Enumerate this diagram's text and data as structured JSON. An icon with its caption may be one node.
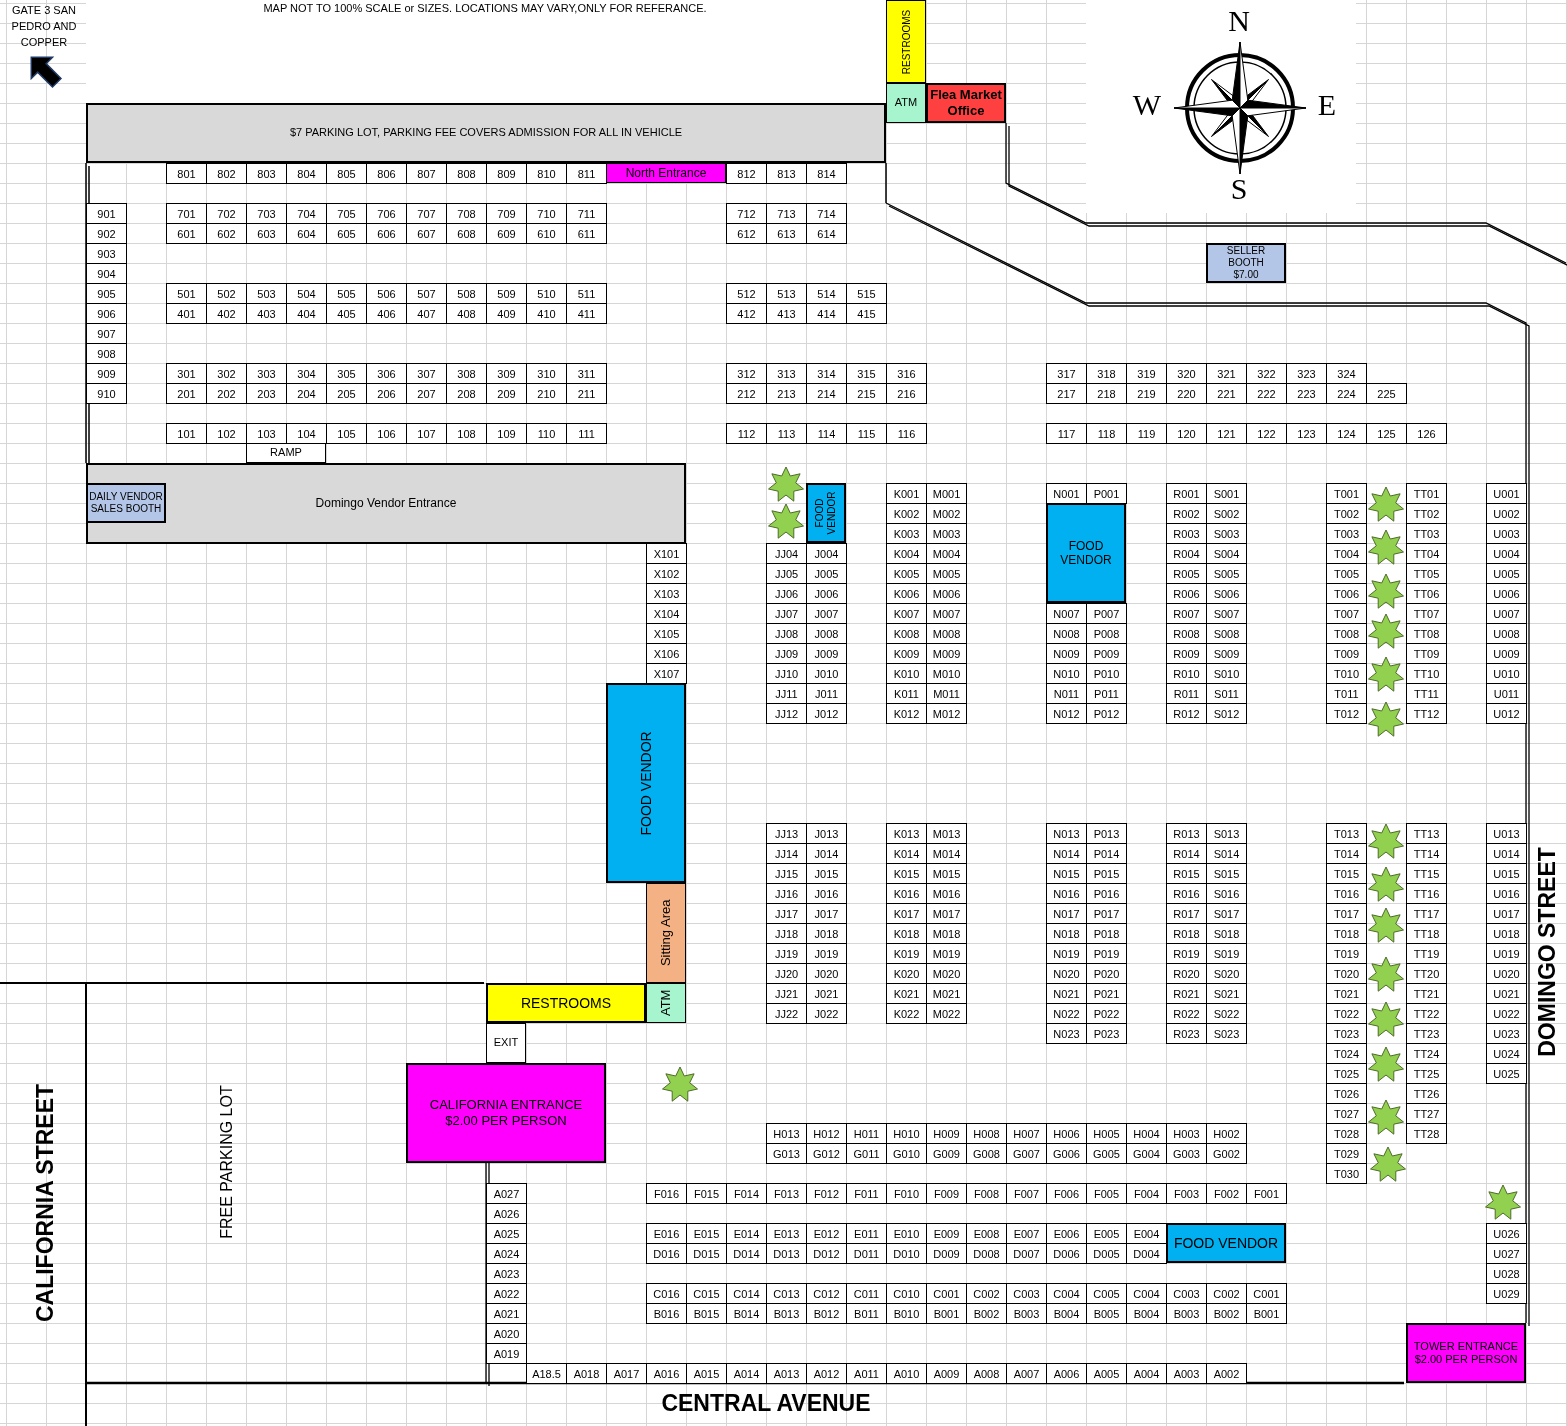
{
  "diagram": {
    "nodes": [
      {
        "text": [
          "RESTROOMS"
        ]
      },
      {
        "text": [
          "ATM"
        ]
      },
      {
        "text": [
          "Flea Market Office"
        ]
      },
      {
        "text": [
          "$7 PARKING LOT, PARKING FEE COVERS ADMISSION FOR ALL IN VEHICLE"
        ]
      },
      {
        "text": [
          "North Entrance"
        ]
      },
      {
        "text": [
          "SELLER BOOTH",
          "$7.00"
        ]
      },
      {
        "text": [
          "RAMP"
        ]
      },
      {
        "text": [
          "Domingo Vendor Entrance"
        ]
      },
      {
        "text": [
          "DAILY VENDOR SALES BOOTH"
        ],
        "in": 7
      },
      {
        "text": [
          "FOOD VENDOR"
        ]
      },
      {
        "text": [
          "FOOD VENDOR"
        ]
      },
      {
        "text": [
          "FOOD VENDOR"
        ]
      },
      {
        "text": [
          "Sitting Area"
        ]
      },
      {
        "text": [
          "RESTROOMS"
        ]
      },
      {
        "text": [
          "ATM"
        ]
      },
      {
        "text": [
          "EXIT"
        ]
      },
      {
        "text": [
          "CALIFORNIA ENTRANCE",
          "$2.00 PER PERSON"
        ]
      },
      {
        "text": [
          "FOOD VENDOR"
        ]
      },
      {
        "text": [
          "TOWER ENTRANCE",
          "$2.00 PER PERSON"
        ]
      },
      {
        "text": [
          "801"
        ]
      },
      {
        "text": [
          "802"
        ]
      },
      {
        "text": [
          "803"
        ]
      },
      {
        "text": [
          "804"
        ]
      },
      {
        "text": [
          "805"
        ]
      },
      {
        "text": [
          "806"
        ]
      },
      {
        "text": [
          "807"
        ]
      },
      {
        "text": [
          "808"
        ]
      },
      {
        "text": [
          "809"
        ]
      },
      {
        "text": [
          "810"
        ]
      },
      {
        "text": [
          "811"
        ]
      },
      {
        "text": [
          "812"
        ]
      },
      {
        "text": [
          "813"
        ]
      },
      {
        "text": [
          "814"
        ]
      },
      {
        "text": [
          "901"
        ]
      },
      {
        "text": [
          "902"
        ]
      },
      {
        "text": [
          "903"
        ]
      },
      {
        "text": [
          "904"
        ]
      },
      {
        "text": [
          "905"
        ]
      },
      {
        "text": [
          "906"
        ]
      },
      {
        "text": [
          "907"
        ]
      },
      {
        "text": [
          "908"
        ]
      },
      {
        "text": [
          "909"
        ]
      },
      {
        "text": [
          "910"
        ]
      },
      {
        "text": [
          "701"
        ]
      },
      {
        "text": [
          "702"
        ]
      },
      {
        "text": [
          "703"
        ]
      },
      {
        "text": [
          "704"
        ]
      },
      {
        "text": [
          "705"
        ]
      },
      {
        "text": [
          "706"
        ]
      },
      {
        "text": [
          "707"
        ]
      },
      {
        "text": [
          "708"
        ]
      },
      {
        "text": [
          "709"
        ]
      },
      {
        "text": [
          "710"
        ]
      },
      {
        "text": [
          "711"
        ]
      },
      {
        "text": [
          "712"
        ]
      },
      {
        "text": [
          "713"
        ]
      },
      {
        "text": [
          "714"
        ]
      },
      {
        "text": [
          "601"
        ]
      },
      {
        "text": [
          "602"
        ]
      },
      {
        "text": [
          "603"
        ]
      },
      {
        "text": [
          "604"
        ]
      },
      {
        "text": [
          "605"
        ]
      },
      {
        "text": [
          "606"
        ]
      },
      {
        "text": [
          "607"
        ]
      },
      {
        "text": [
          "608"
        ]
      },
      {
        "text": [
          "609"
        ]
      },
      {
        "text": [
          "610"
        ]
      },
      {
        "text": [
          "611"
        ]
      },
      {
        "text": [
          "612"
        ]
      },
      {
        "text": [
          "613"
        ]
      },
      {
        "text": [
          "614"
        ]
      },
      {
        "text": [
          "501"
        ]
      },
      {
        "text": [
          "502"
        ]
      },
      {
        "text": [
          "503"
        ]
      },
      {
        "text": [
          "504"
        ]
      },
      {
        "text": [
          "505"
        ]
      },
      {
        "text": [
          "506"
        ]
      },
      {
        "text": [
          "507"
        ]
      },
      {
        "text": [
          "508"
        ]
      },
      {
        "text": [
          "509"
        ]
      },
      {
        "text": [
          "510"
        ]
      },
      {
        "text": [
          "511"
        ]
      },
      {
        "text": [
          "512"
        ]
      },
      {
        "text": [
          "513"
        ]
      },
      {
        "text": [
          "514"
        ]
      },
      {
        "text": [
          "515"
        ]
      },
      {
        "text": [
          "401"
        ]
      },
      {
        "text": [
          "402"
        ]
      },
      {
        "text": [
          "403"
        ]
      },
      {
        "text": [
          "404"
        ]
      },
      {
        "text": [
          "405"
        ]
      },
      {
        "text": [
          "406"
        ]
      },
      {
        "text": [
          "407"
        ]
      },
      {
        "text": [
          "408"
        ]
      },
      {
        "text": [
          "409"
        ]
      },
      {
        "text": [
          "410"
        ]
      },
      {
        "text": [
          "411"
        ]
      },
      {
        "text": [
          "412"
        ]
      },
      {
        "text": [
          "413"
        ]
      },
      {
        "text": [
          "414"
        ]
      },
      {
        "text": [
          "415"
        ]
      },
      {
        "text": [
          "301"
        ]
      },
      {
        "text": [
          "302"
        ]
      },
      {
        "text": [
          "303"
        ]
      },
      {
        "text": [
          "304"
        ]
      },
      {
        "text": [
          "305"
        ]
      },
      {
        "text": [
          "306"
        ]
      },
      {
        "text": [
          "307"
        ]
      },
      {
        "text": [
          "308"
        ]
      },
      {
        "text": [
          "309"
        ]
      },
      {
        "text": [
          "310"
        ]
      },
      {
        "text": [
          "311"
        ]
      },
      {
        "text": [
          "312"
        ]
      },
      {
        "text": [
          "313"
        ]
      },
      {
        "text": [
          "314"
        ]
      },
      {
        "text": [
          "315"
        ]
      },
      {
        "text": [
          "316"
        ]
      },
      {
        "text": [
          "317"
        ]
      },
      {
        "text": [
          "318"
        ]
      },
      {
        "text": [
          "319"
        ]
      },
      {
        "text": [
          "320"
        ]
      },
      {
        "text": [
          "321"
        ]
      },
      {
        "text": [
          "322"
        ]
      },
      {
        "text": [
          "323"
        ]
      },
      {
        "text": [
          "324"
        ]
      },
      {
        "text": [
          "201"
        ]
      },
      {
        "text": [
          "202"
        ]
      },
      {
        "text": [
          "203"
        ]
      },
      {
        "text": [
          "204"
        ]
      },
      {
        "text": [
          "205"
        ]
      },
      {
        "text": [
          "206"
        ]
      },
      {
        "text": [
          "207"
        ]
      },
      {
        "text": [
          "208"
        ]
      },
      {
        "text": [
          "209"
        ]
      },
      {
        "text": [
          "210"
        ]
      },
      {
        "text": [
          "211"
        ]
      },
      {
        "text": [
          "212"
        ]
      },
      {
        "text": [
          "213"
        ]
      },
      {
        "text": [
          "214"
        ]
      },
      {
        "text": [
          "215"
        ]
      },
      {
        "text": [
          "216"
        ]
      },
      {
        "text": [
          "217"
        ]
      },
      {
        "text": [
          "218"
        ]
      },
      {
        "text": [
          "219"
        ]
      },
      {
        "text": [
          "220"
        ]
      },
      {
        "text": [
          "221"
        ]
      },
      {
        "text": [
          "222"
        ]
      },
      {
        "text": [
          "223"
        ]
      },
      {
        "text": [
          "224"
        ]
      },
      {
        "text": [
          "225"
        ]
      },
      {
        "text": [
          "101"
        ]
      },
      {
        "text": [
          "102"
        ]
      },
      {
        "text": [
          "103"
        ]
      },
      {
        "text": [
          "104"
        ]
      },
      {
        "text": [
          "105"
        ]
      },
      {
        "text": [
          "106"
        ]
      },
      {
        "text": [
          "107"
        ]
      },
      {
        "text": [
          "108"
        ]
      },
      {
        "text": [
          "109"
        ]
      },
      {
        "text": [
          "110"
        ]
      },
      {
        "text": [
          "111"
        ]
      },
      {
        "text": [
          "112"
        ]
      },
      {
        "text": [
          "113"
        ]
      },
      {
        "text": [
          "114"
        ]
      },
      {
        "text": [
          "115"
        ]
      },
      {
        "text": [
          "116"
        ]
      },
      {
        "text": [
          "117"
        ]
      },
      {
        "text": [
          "118"
        ]
      },
      {
        "text": [
          "119"
        ]
      },
      {
        "text": [
          "120"
        ]
      },
      {
        "text": [
          "121"
        ]
      },
      {
        "text": [
          "122"
        ]
      },
      {
        "text": [
          "123"
        ]
      },
      {
        "text": [
          "124"
        ]
      },
      {
        "text": [
          "125"
        ]
      },
      {
        "text": [
          "126"
        ]
      },
      {
        "text": [
          "X101"
        ]
      },
      {
        "text": [
          "X102"
        ]
      },
      {
        "text": [
          "X103"
        ]
      },
      {
        "text": [
          "X104"
        ]
      },
      {
        "text": [
          "X105"
        ]
      },
      {
        "text": [
          "X106"
        ]
      },
      {
        "text": [
          "X107"
        ]
      },
      {
        "text": [
          "JJ04"
        ]
      },
      {
        "text": [
          "JJ05"
        ]
      },
      {
        "text": [
          "JJ06"
        ]
      },
      {
        "text": [
          "JJ07"
        ]
      },
      {
        "text": [
          "JJ08"
        ]
      },
      {
        "text": [
          "JJ09"
        ]
      },
      {
        "text": [
          "JJ10"
        ]
      },
      {
        "text": [
          "JJ11"
        ]
      },
      {
        "text": [
          "JJ12"
        ]
      },
      {
        "text": [
          "J004"
        ]
      },
      {
        "text": [
          "J005"
        ]
      },
      {
        "text": [
          "J006"
        ]
      },
      {
        "text": [
          "J007"
        ]
      },
      {
        "text": [
          "J008"
        ]
      },
      {
        "text": [
          "J009"
        ]
      },
      {
        "text": [
          "J010"
        ]
      },
      {
        "text": [
          "J011"
        ]
      },
      {
        "text": [
          "J012"
        ]
      },
      {
        "text": [
          "K001"
        ]
      },
      {
        "text": [
          "K002"
        ]
      },
      {
        "text": [
          "K003"
        ]
      },
      {
        "text": [
          "K004"
        ]
      },
      {
        "text": [
          "K005"
        ]
      },
      {
        "text": [
          "K006"
        ]
      },
      {
        "text": [
          "K007"
        ]
      },
      {
        "text": [
          "K008"
        ]
      },
      {
        "text": [
          "K009"
        ]
      },
      {
        "text": [
          "K010"
        ]
      },
      {
        "text": [
          "K011"
        ]
      },
      {
        "text": [
          "K012"
        ]
      },
      {
        "text": [
          "M001"
        ]
      },
      {
        "text": [
          "M002"
        ]
      },
      {
        "text": [
          "M003"
        ]
      },
      {
        "text": [
          "M004"
        ]
      },
      {
        "text": [
          "M005"
        ]
      },
      {
        "text": [
          "M006"
        ]
      },
      {
        "text": [
          "M007"
        ]
      },
      {
        "text": [
          "M008"
        ]
      },
      {
        "text": [
          "M009"
        ]
      },
      {
        "text": [
          "M010"
        ]
      },
      {
        "text": [
          "M011"
        ]
      },
      {
        "text": [
          "M012"
        ]
      },
      {
        "text": [
          "N001"
        ]
      },
      {
        "text": [
          "P001"
        ]
      },
      {
        "text": [
          "N007"
        ]
      },
      {
        "text": [
          "N008"
        ]
      },
      {
        "text": [
          "N009"
        ]
      },
      {
        "text": [
          "N010"
        ]
      },
      {
        "text": [
          "N011"
        ]
      },
      {
        "text": [
          "N012"
        ]
      },
      {
        "text": [
          "P007"
        ]
      },
      {
        "text": [
          "P008"
        ]
      },
      {
        "text": [
          "P009"
        ]
      },
      {
        "text": [
          "P010"
        ]
      },
      {
        "text": [
          "P011"
        ]
      },
      {
        "text": [
          "P012"
        ]
      },
      {
        "text": [
          "R001"
        ]
      },
      {
        "text": [
          "R002"
        ]
      },
      {
        "text": [
          "R003"
        ]
      },
      {
        "text": [
          "R004"
        ]
      },
      {
        "text": [
          "R005"
        ]
      },
      {
        "text": [
          "R006"
        ]
      },
      {
        "text": [
          "R007"
        ]
      },
      {
        "text": [
          "R008"
        ]
      },
      {
        "text": [
          "R009"
        ]
      },
      {
        "text": [
          "R010"
        ]
      },
      {
        "text": [
          "R011"
        ]
      },
      {
        "text": [
          "R012"
        ]
      },
      {
        "text": [
          "S001"
        ]
      },
      {
        "text": [
          "S002"
        ]
      },
      {
        "text": [
          "S003"
        ]
      },
      {
        "text": [
          "S004"
        ]
      },
      {
        "text": [
          "S005"
        ]
      },
      {
        "text": [
          "S006"
        ]
      },
      {
        "text": [
          "S007"
        ]
      },
      {
        "text": [
          "S008"
        ]
      },
      {
        "text": [
          "S009"
        ]
      },
      {
        "text": [
          "S010"
        ]
      },
      {
        "text": [
          "S011"
        ]
      },
      {
        "text": [
          "S012"
        ]
      },
      {
        "text": [
          "T001"
        ]
      },
      {
        "text": [
          "T002"
        ]
      },
      {
        "text": [
          "T003"
        ]
      },
      {
        "text": [
          "T004"
        ]
      },
      {
        "text": [
          "T005"
        ]
      },
      {
        "text": [
          "T006"
        ]
      },
      {
        "text": [
          "T007"
        ]
      },
      {
        "text": [
          "T008"
        ]
      },
      {
        "text": [
          "T009"
        ]
      },
      {
        "text": [
          "T010"
        ]
      },
      {
        "text": [
          "T011"
        ]
      },
      {
        "text": [
          "T012"
        ]
      },
      {
        "text": [
          "TT01"
        ]
      },
      {
        "text": [
          "TT02"
        ]
      },
      {
        "text": [
          "TT03"
        ]
      },
      {
        "text": [
          "TT04"
        ]
      },
      {
        "text": [
          "TT05"
        ]
      },
      {
        "text": [
          "TT06"
        ]
      },
      {
        "text": [
          "TT07"
        ]
      },
      {
        "text": [
          "TT08"
        ]
      },
      {
        "text": [
          "TT09"
        ]
      },
      {
        "text": [
          "TT10"
        ]
      },
      {
        "text": [
          "TT11"
        ]
      },
      {
        "text": [
          "TT12"
        ]
      },
      {
        "text": [
          "U001"
        ]
      },
      {
        "text": [
          "U002"
        ]
      },
      {
        "text": [
          "U003"
        ]
      },
      {
        "text": [
          "U004"
        ]
      },
      {
        "text": [
          "U005"
        ]
      },
      {
        "text": [
          "U006"
        ]
      },
      {
        "text": [
          "U007"
        ]
      },
      {
        "text": [
          "U008"
        ]
      },
      {
        "text": [
          "U009"
        ]
      },
      {
        "text": [
          "U010"
        ]
      },
      {
        "text": [
          "U011"
        ]
      },
      {
        "text": [
          "U012"
        ]
      },
      {
        "text": [
          "JJ13"
        ]
      },
      {
        "text": [
          "JJ14"
        ]
      },
      {
        "text": [
          "JJ15"
        ]
      },
      {
        "text": [
          "JJ16"
        ]
      },
      {
        "text": [
          "JJ17"
        ]
      },
      {
        "text": [
          "JJ18"
        ]
      },
      {
        "text": [
          "JJ19"
        ]
      },
      {
        "text": [
          "JJ20"
        ]
      },
      {
        "text": [
          "JJ21"
        ]
      },
      {
        "text": [
          "JJ22"
        ]
      },
      {
        "text": [
          "J013"
        ]
      },
      {
        "text": [
          "J014"
        ]
      },
      {
        "text": [
          "J015"
        ]
      },
      {
        "text": [
          "J016"
        ]
      },
      {
        "text": [
          "J017"
        ]
      },
      {
        "text": [
          "J018"
        ]
      },
      {
        "text": [
          "J019"
        ]
      },
      {
        "text": [
          "J020"
        ]
      },
      {
        "text": [
          "J021"
        ]
      },
      {
        "text": [
          "J022"
        ]
      },
      {
        "text": [
          "K013"
        ]
      },
      {
        "text": [
          "K014"
        ]
      },
      {
        "text": [
          "K015"
        ]
      },
      {
        "text": [
          "K016"
        ]
      },
      {
        "text": [
          "K017"
        ]
      },
      {
        "text": [
          "K018"
        ]
      },
      {
        "text": [
          "K019"
        ]
      },
      {
        "text": [
          "K020"
        ]
      },
      {
        "text": [
          "K021"
        ]
      },
      {
        "text": [
          "K022"
        ]
      },
      {
        "text": [
          "M013"
        ]
      },
      {
        "text": [
          "M014"
        ]
      },
      {
        "text": [
          "M015"
        ]
      },
      {
        "text": [
          "M016"
        ]
      },
      {
        "text": [
          "M017"
        ]
      },
      {
        "text": [
          "M018"
        ]
      },
      {
        "text": [
          "M019"
        ]
      },
      {
        "text": [
          "M020"
        ]
      },
      {
        "text": [
          "M021"
        ]
      },
      {
        "text": [
          "M022"
        ]
      },
      {
        "text": [
          "N013"
        ]
      },
      {
        "text": [
          "N014"
        ]
      },
      {
        "text": [
          "N015"
        ]
      },
      {
        "text": [
          "N016"
        ]
      },
      {
        "text": [
          "N017"
        ]
      },
      {
        "text": [
          "N018"
        ]
      },
      {
        "text": [
          "N019"
        ]
      },
      {
        "text": [
          "N020"
        ]
      },
      {
        "text": [
          "N021"
        ]
      },
      {
        "text": [
          "N022"
        ]
      },
      {
        "text": [
          "N023"
        ]
      },
      {
        "text": [
          "P013"
        ]
      },
      {
        "text": [
          "P014"
        ]
      },
      {
        "text": [
          "P015"
        ]
      },
      {
        "text": [
          "P016"
        ]
      },
      {
        "text": [
          "P017"
        ]
      },
      {
        "text": [
          "P018"
        ]
      },
      {
        "text": [
          "P019"
        ]
      },
      {
        "text": [
          "P020"
        ]
      },
      {
        "text": [
          "P021"
        ]
      },
      {
        "text": [
          "P022"
        ]
      },
      {
        "text": [
          "P023"
        ]
      },
      {
        "text": [
          "R013"
        ]
      },
      {
        "text": [
          "R014"
        ]
      },
      {
        "text": [
          "R015"
        ]
      },
      {
        "text": [
          "R016"
        ]
      },
      {
        "text": [
          "R017"
        ]
      },
      {
        "text": [
          "R018"
        ]
      },
      {
        "text": [
          "R019"
        ]
      },
      {
        "text": [
          "R020"
        ]
      },
      {
        "text": [
          "R021"
        ]
      },
      {
        "text": [
          "R022"
        ]
      },
      {
        "text": [
          "R023"
        ]
      },
      {
        "text": [
          "S013"
        ]
      },
      {
        "text": [
          "S014"
        ]
      },
      {
        "text": [
          "S015"
        ]
      },
      {
        "text": [
          "S016"
        ]
      },
      {
        "text": [
          "S017"
        ]
      },
      {
        "text": [
          "S018"
        ]
      },
      {
        "text": [
          "S019"
        ]
      },
      {
        "text": [
          "S020"
        ]
      },
      {
        "text": [
          "S021"
        ]
      },
      {
        "text": [
          "S022"
        ]
      },
      {
        "text": [
          "S023"
        ]
      },
      {
        "text": [
          "T013"
        ]
      },
      {
        "text": [
          "T014"
        ]
      },
      {
        "text": [
          "T015"
        ]
      },
      {
        "text": [
          "T016"
        ]
      },
      {
        "text": [
          "T017"
        ]
      },
      {
        "text": [
          "T018"
        ]
      },
      {
        "text": [
          "T019"
        ]
      },
      {
        "text": [
          "T020"
        ]
      },
      {
        "text": [
          "T021"
        ]
      },
      {
        "text": [
          "T022"
        ]
      },
      {
        "text": [
          "T023"
        ]
      },
      {
        "text": [
          "T024"
        ]
      },
      {
        "text": [
          "T025"
        ]
      },
      {
        "text": [
          "T026"
        ]
      },
      {
        "text": [
          "T027"
        ]
      },
      {
        "text": [
          "T028"
        ]
      },
      {
        "text": [
          "T029"
        ]
      },
      {
        "text": [
          "T030"
        ]
      },
      {
        "text": [
          "TT13"
        ]
      },
      {
        "text": [
          "TT14"
        ]
      },
      {
        "text": [
          "TT15"
        ]
      },
      {
        "text": [
          "TT16"
        ]
      },
      {
        "text": [
          "TT17"
        ]
      },
      {
        "text": [
          "TT18"
        ]
      },
      {
        "text": [
          "TT19"
        ]
      },
      {
        "text": [
          "TT20"
        ]
      },
      {
        "text": [
          "TT21"
        ]
      },
      {
        "text": [
          "TT22"
        ]
      },
      {
        "text": [
          "TT23"
        ]
      },
      {
        "text": [
          "TT24"
        ]
      },
      {
        "text": [
          "TT25"
        ]
      },
      {
        "text": [
          "TT26"
        ]
      },
      {
        "text": [
          "TT27"
        ]
      },
      {
        "text": [
          "TT28"
        ]
      },
      {
        "text": [
          "U013"
        ]
      },
      {
        "text": [
          "U014"
        ]
      },
      {
        "text": [
          "U015"
        ]
      },
      {
        "text": [
          "U016"
        ]
      },
      {
        "text": [
          "U017"
        ]
      },
      {
        "text": [
          "U018"
        ]
      },
      {
        "text": [
          "U019"
        ]
      },
      {
        "text": [
          "U020"
        ]
      },
      {
        "text": [
          "U021"
        ]
      },
      {
        "text": [
          "U022"
        ]
      },
      {
        "text": [
          "U023"
        ]
      },
      {
        "text": [
          "U024"
        ]
      },
      {
        "text": [
          "U025"
        ]
      },
      {
        "text": [
          "H013"
        ]
      },
      {
        "text": [
          "H012"
        ]
      },
      {
        "text": [
          "H011"
        ]
      },
      {
        "text": [
          "H010"
        ]
      },
      {
        "text": [
          "H009"
        ]
      },
      {
        "text": [
          "H008"
        ]
      },
      {
        "text": [
          "H007"
        ]
      },
      {
        "text": [
          "H006"
        ]
      },
      {
        "text": [
          "H005"
        ]
      },
      {
        "text": [
          "H004"
        ]
      },
      {
        "text": [
          "H003"
        ]
      },
      {
        "text": [
          "H002"
        ]
      },
      {
        "text": [
          "G013"
        ]
      },
      {
        "text": [
          "G012"
        ]
      },
      {
        "text": [
          "G011"
        ]
      },
      {
        "text": [
          "G010"
        ]
      },
      {
        "text": [
          "G009"
        ]
      },
      {
        "text": [
          "G008"
        ]
      },
      {
        "text": [
          "G007"
        ]
      },
      {
        "text": [
          "G006"
        ]
      },
      {
        "text": [
          "G005"
        ]
      },
      {
        "text": [
          "G004"
        ]
      },
      {
        "text": [
          "G003"
        ]
      },
      {
        "text": [
          "G002"
        ]
      },
      {
        "text": [
          "A027"
        ]
      },
      {
        "text": [
          "A026"
        ]
      },
      {
        "text": [
          "A025"
        ]
      },
      {
        "text": [
          "A024"
        ]
      },
      {
        "text": [
          "A023"
        ]
      },
      {
        "text": [
          "A022"
        ]
      },
      {
        "text": [
          "A021"
        ]
      },
      {
        "text": [
          "A020"
        ]
      },
      {
        "text": [
          "A019"
        ]
      },
      {
        "text": [
          "F016"
        ]
      },
      {
        "text": [
          "F015"
        ]
      },
      {
        "text": [
          "F014"
        ]
      },
      {
        "text": [
          "F013"
        ]
      },
      {
        "text": [
          "F012"
        ]
      },
      {
        "text": [
          "F011"
        ]
      },
      {
        "text": [
          "F010"
        ]
      },
      {
        "text": [
          "F009"
        ]
      },
      {
        "text": [
          "F008"
        ]
      },
      {
        "text": [
          "F007"
        ]
      },
      {
        "text": [
          "F006"
        ]
      },
      {
        "text": [
          "F005"
        ]
      },
      {
        "text": [
          "F004"
        ]
      },
      {
        "text": [
          "F003"
        ]
      },
      {
        "text": [
          "F002"
        ]
      },
      {
        "text": [
          "F001"
        ]
      },
      {
        "text": [
          "U026"
        ]
      },
      {
        "text": [
          "U027"
        ]
      },
      {
        "text": [
          "U028"
        ]
      },
      {
        "text": [
          "U029"
        ]
      },
      {
        "text": [
          "E016"
        ]
      },
      {
        "text": [
          "E015"
        ]
      },
      {
        "text": [
          "E014"
        ]
      },
      {
        "text": [
          "E013"
        ]
      },
      {
        "text": [
          "E012"
        ]
      },
      {
        "text": [
          "E011"
        ]
      },
      {
        "text": [
          "E010"
        ]
      },
      {
        "text": [
          "E009"
        ]
      },
      {
        "text": [
          "E008"
        ]
      },
      {
        "text": [
          "E007"
        ]
      },
      {
        "text": [
          "E006"
        ]
      },
      {
        "text": [
          "E005"
        ]
      },
      {
        "text": [
          "E004"
        ]
      },
      {
        "text": [
          "D016"
        ]
      },
      {
        "text": [
          "D015"
        ]
      },
      {
        "text": [
          "D014"
        ]
      },
      {
        "text": [
          "D013"
        ]
      },
      {
        "text": [
          "D012"
        ]
      },
      {
        "text": [
          "D011"
        ]
      },
      {
        "text": [
          "D010"
        ]
      },
      {
        "text": [
          "D009"
        ]
      },
      {
        "text": [
          "D008"
        ]
      },
      {
        "text": [
          "D007"
        ]
      },
      {
        "text": [
          "D006"
        ]
      },
      {
        "text": [
          "D005"
        ]
      },
      {
        "text": [
          "D004"
        ]
      },
      {
        "text": [
          "C016"
        ]
      },
      {
        "text": [
          "C015"
        ]
      },
      {
        "text": [
          "C014"
        ]
      },
      {
        "text": [
          "C013"
        ]
      },
      {
        "text": [
          "C012"
        ]
      },
      {
        "text": [
          "C011"
        ]
      },
      {
        "text": [
          "C010"
        ]
      },
      {
        "text": [
          "C001"
        ]
      },
      {
        "text": [
          "C002"
        ]
      },
      {
        "text": [
          "C003"
        ]
      },
      {
        "text": [
          "C004"
        ]
      },
      {
        "text": [
          "C005"
        ]
      },
      {
        "text": [
          "C004"
        ]
      },
      {
        "text": [
          "C003"
        ]
      },
      {
        "text": [
          "C002"
        ]
      },
      {
        "text": [
          "C001"
        ]
      },
      {
        "text": [
          "B016"
        ]
      },
      {
        "text": [
          "B015"
        ]
      },
      {
        "text": [
          "B014"
        ]
      },
      {
        "text": [
          "B013"
        ]
      },
      {
        "text": [
          "B012"
        ]
      },
      {
        "text": [
          "B011"
        ]
      },
      {
        "text": [
          "B010"
        ]
      },
      {
        "text": [
          "B001"
        ]
      },
      {
        "text": [
          "B002"
        ]
      },
      {
        "text": [
          "B003"
        ]
      },
      {
        "text": [
          "B004"
        ]
      },
      {
        "text": [
          "B005"
        ]
      },
      {
        "text": [
          "B004"
        ]
      },
      {
        "text": [
          "B003"
        ]
      },
      {
        "text": [
          "B002"
        ]
      },
      {
        "text": [
          "B001"
        ]
      },
      {
        "text": [
          "A18.5"
        ]
      },
      {
        "text": [
          "A018"
        ]
      },
      {
        "text": [
          "A017"
        ]
      },
      {
        "text": [
          "A016"
        ]
      },
      {
        "text": [
          "A015"
        ]
      },
      {
        "text": [
          "A014"
        ]
      },
      {
        "text": [
          "A013"
        ]
      },
      {
        "text": [
          "A012"
        ]
      },
      {
        "text": [
          "A011"
        ]
      },
      {
        "text": [
          "A010"
        ]
      },
      {
        "text": [
          "A009"
        ]
      },
      {
        "text": [
          "A008"
        ]
      },
      {
        "text": [
          "A007"
        ]
      },
      {
        "text": [
          "A006"
        ]
      },
      {
        "text": [
          "A005"
        ]
      },
      {
        "text": [
          "A004"
        ]
      },
      {
        "text": [
          "A003"
        ]
      },
      {
        "text": [
          "A002"
        ]
      }
    ],
    "labels": [
      "GATE 3 SAN PEDRO AND COPPER",
      "MAP NOT TO 100% SCALE or SIZES. LOCATIONS MAY VARY,ONLY FOR REFERANCE.",
      "N",
      "W",
      "E",
      "S",
      "DOMINGO STREET",
      "FREE PARKING LOT",
      "CALIFORNIA STREET",
      "CENTRAL AVENUE"
    ]
  }
}
